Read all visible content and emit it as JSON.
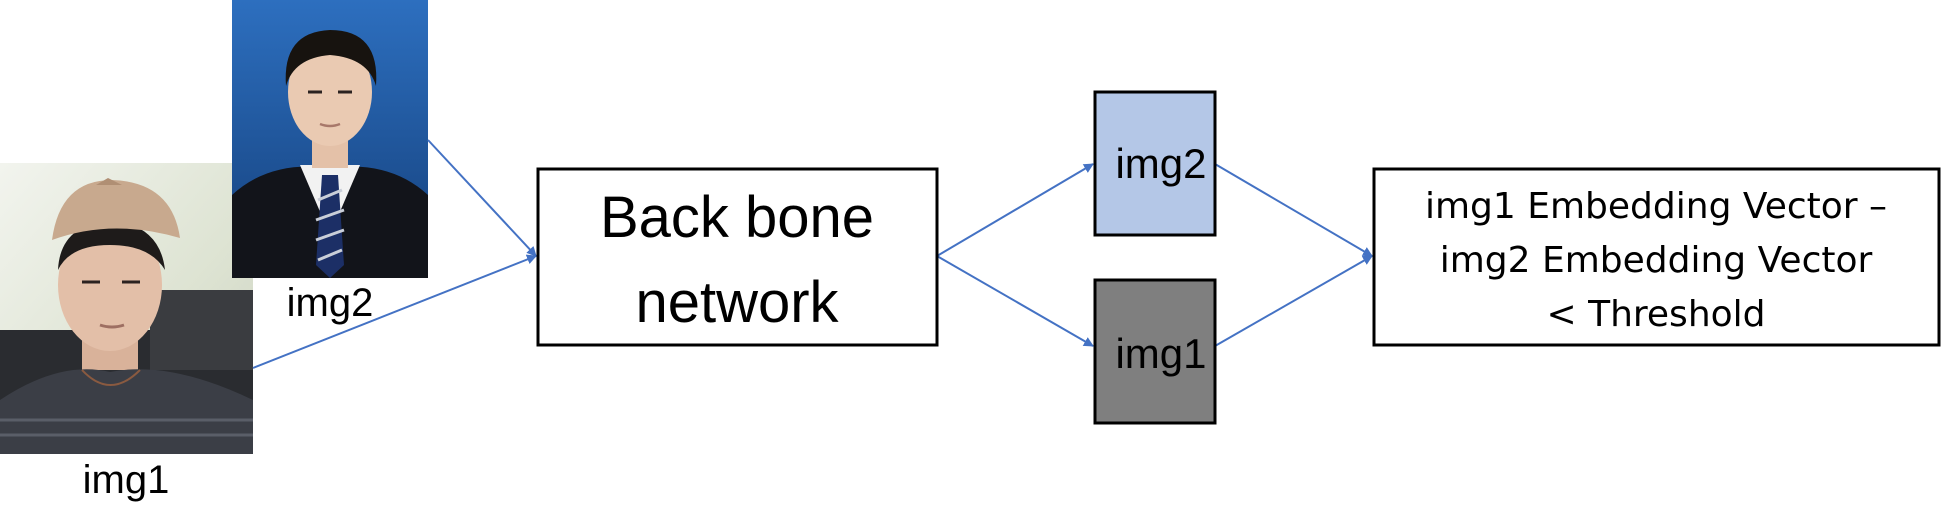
{
  "photos": {
    "img1_caption": "img1",
    "img2_caption": "img2"
  },
  "backbone": {
    "line1": "Back bone",
    "line2": "network"
  },
  "embeddings": {
    "img2_label": "img2",
    "img1_label": "img1"
  },
  "result": {
    "line1": "img1 Embedding Vector –",
    "line2": "img2 Embedding Vector",
    "line3": "< Threshold"
  },
  "colors": {
    "arrow": "#4472C4",
    "img2_embedding_fill": "#B4C7E7",
    "img1_embedding_fill": "#7F7F7F",
    "box_stroke": "#000000",
    "img2_photo_background": "#1F5FA8",
    "img1_photo_background": "#E6EBDD"
  }
}
